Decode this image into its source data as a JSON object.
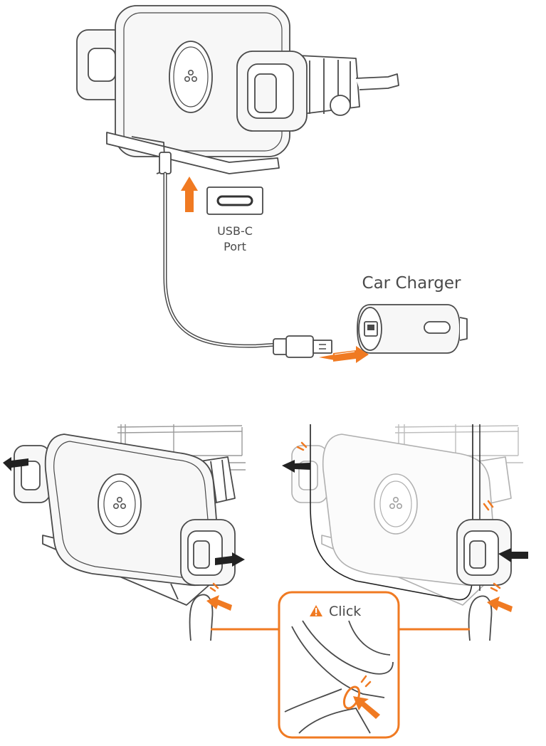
{
  "labels": {
    "usb_c_line1": "USB-C",
    "usb_c_line2": "Port",
    "car_charger": "Car Charger",
    "click": "Click"
  },
  "icons": {
    "warning": "warning-triangle-icon",
    "logo": "brand-logo-icon"
  },
  "colors": {
    "accent": "#f07a22",
    "line": "#4a4a4a",
    "line_light": "#9a9a9a",
    "fill": "#f7f7f7"
  }
}
